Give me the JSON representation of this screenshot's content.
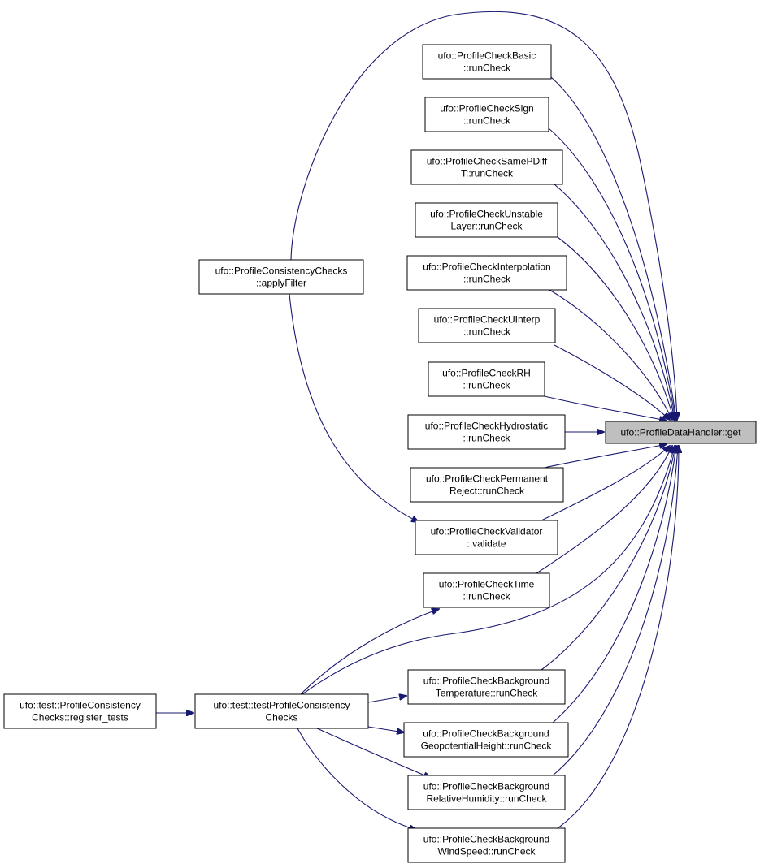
{
  "graph": {
    "target": {
      "id": "get",
      "lines": [
        "ufo::ProfileDataHandler::get"
      ]
    },
    "nodes": [
      {
        "id": "basic",
        "lines": [
          "ufo::ProfileCheckBasic",
          "::runCheck"
        ]
      },
      {
        "id": "sign",
        "lines": [
          "ufo::ProfileCheckSign",
          "::runCheck"
        ]
      },
      {
        "id": "samepdiff",
        "lines": [
          "ufo::ProfileCheckSamePDiff",
          "T::runCheck"
        ]
      },
      {
        "id": "unstable",
        "lines": [
          "ufo::ProfileCheckUnstable",
          "Layer::runCheck"
        ]
      },
      {
        "id": "interp",
        "lines": [
          "ufo::ProfileCheckInterpolation",
          "::runCheck"
        ]
      },
      {
        "id": "uinterp",
        "lines": [
          "ufo::ProfileCheckUInterp",
          "::runCheck"
        ]
      },
      {
        "id": "rh",
        "lines": [
          "ufo::ProfileCheckRH",
          "::runCheck"
        ]
      },
      {
        "id": "hydro",
        "lines": [
          "ufo::ProfileCheckHydrostatic",
          "::runCheck"
        ]
      },
      {
        "id": "permreject",
        "lines": [
          "ufo::ProfileCheckPermanent",
          "Reject::runCheck"
        ]
      },
      {
        "id": "validator",
        "lines": [
          "ufo::ProfileCheckValidator",
          "::validate"
        ]
      },
      {
        "id": "time",
        "lines": [
          "ufo::ProfileCheckTime",
          "::runCheck"
        ]
      },
      {
        "id": "bgtemp",
        "lines": [
          "ufo::ProfileCheckBackground",
          "Temperature::runCheck"
        ]
      },
      {
        "id": "bggeo",
        "lines": [
          "ufo::ProfileCheckBackground",
          "GeopotentialHeight::runCheck"
        ]
      },
      {
        "id": "bgrh",
        "lines": [
          "ufo::ProfileCheckBackground",
          "RelativeHumidity::runCheck"
        ]
      },
      {
        "id": "bgwind",
        "lines": [
          "ufo::ProfileCheckBackground",
          "WindSpeed::runCheck"
        ]
      },
      {
        "id": "applyfilter",
        "lines": [
          "ufo::ProfileConsistencyChecks",
          "::applyFilter"
        ]
      },
      {
        "id": "testpcc",
        "lines": [
          "ufo::test::testProfileConsistency",
          "Checks"
        ]
      },
      {
        "id": "register",
        "lines": [
          "ufo::test::ProfileConsistency",
          "Checks::register_tests"
        ]
      }
    ],
    "edges": [
      {
        "from": "applyfilter",
        "to": "get"
      },
      {
        "from": "basic",
        "to": "get"
      },
      {
        "from": "sign",
        "to": "get"
      },
      {
        "from": "samepdiff",
        "to": "get"
      },
      {
        "from": "unstable",
        "to": "get"
      },
      {
        "from": "interp",
        "to": "get"
      },
      {
        "from": "uinterp",
        "to": "get"
      },
      {
        "from": "rh",
        "to": "get"
      },
      {
        "from": "hydro",
        "to": "get"
      },
      {
        "from": "permreject",
        "to": "get"
      },
      {
        "from": "validator",
        "to": "get"
      },
      {
        "from": "time",
        "to": "get"
      },
      {
        "from": "testpcc",
        "to": "get"
      },
      {
        "from": "bgtemp",
        "to": "get"
      },
      {
        "from": "bggeo",
        "to": "get"
      },
      {
        "from": "bgrh",
        "to": "get"
      },
      {
        "from": "bgwind",
        "to": "get"
      },
      {
        "from": "applyfilter",
        "to": "validator"
      },
      {
        "from": "testpcc",
        "to": "time"
      },
      {
        "from": "testpcc",
        "to": "bgtemp"
      },
      {
        "from": "testpcc",
        "to": "bggeo"
      },
      {
        "from": "testpcc",
        "to": "bgrh"
      },
      {
        "from": "testpcc",
        "to": "bgwind"
      },
      {
        "from": "register",
        "to": "testpcc"
      }
    ]
  },
  "colors": {
    "edge": "#191970",
    "target_fill": "#bfbfbf",
    "node_fill": "#ffffff",
    "border": "#000000"
  }
}
